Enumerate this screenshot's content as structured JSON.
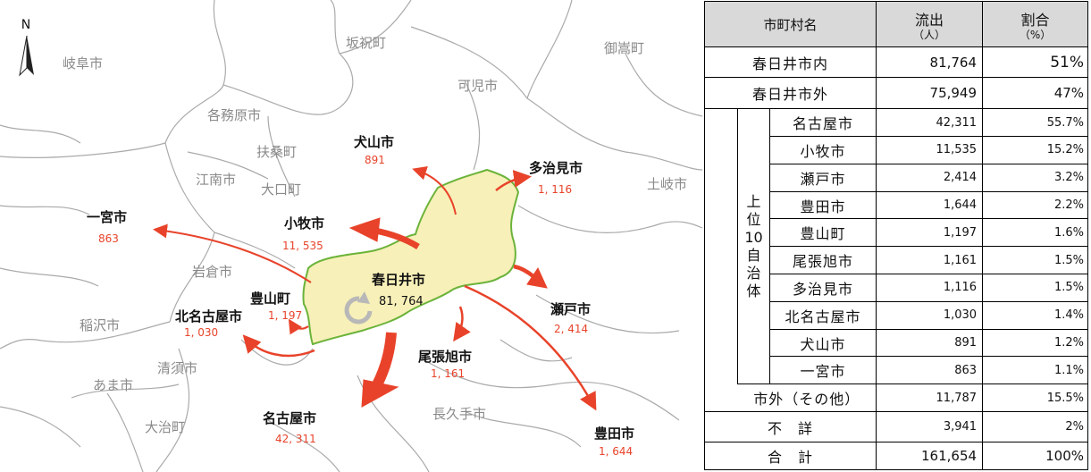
{
  "map": {
    "north_label": "N",
    "origin": {
      "name": "春日井市",
      "value": "81, 764"
    },
    "neighbor_labels": {
      "gifu": "岐阜市",
      "kakamigahara": "各務原市",
      "sakahogi": "坂祝町",
      "kani": "可児市",
      "mitake": "御嵩町",
      "fuso": "扶桑町",
      "konan": "江南市",
      "oguchi": "大口町",
      "toki": "土岐市",
      "iwakura": "岩倉市",
      "inazawa": "稲沢市",
      "kiyosu": "清須市",
      "ama": "あま市",
      "oharu": "大治町",
      "nagakute": "長久手市"
    },
    "destinations": [
      {
        "name": "犬山市",
        "value": "891"
      },
      {
        "name": "多治見市",
        "value": "1, 116"
      },
      {
        "name": "一宮市",
        "value": "863"
      },
      {
        "name": "小牧市",
        "value": "11, 535"
      },
      {
        "name": "豊山町",
        "value": "1, 197"
      },
      {
        "name": "北名古屋市",
        "value": "1, 030"
      },
      {
        "name": "瀬戸市",
        "value": "2, 414"
      },
      {
        "name": "尾張旭市",
        "value": "1, 161"
      },
      {
        "name": "名古屋市",
        "value": "42, 311"
      },
      {
        "name": "豊田市",
        "value": "1, 644"
      }
    ],
    "colors": {
      "origin_fill": "#f7f0b8",
      "origin_stroke": "#6bb33a",
      "arrow": "#e8432a",
      "value_text": "#e8432a",
      "boundary": "#aaaaaa"
    }
  },
  "table": {
    "headers": {
      "name": "市町村名",
      "outflow": "流出",
      "outflow_unit": "（人）",
      "ratio": "割合",
      "ratio_unit": "（%）"
    },
    "inside": {
      "name": "春日井市内",
      "value": "81,764",
      "pct": "51%"
    },
    "outside": {
      "name": "春日井市外",
      "value": "75,949",
      "pct": "47%"
    },
    "top10_label": [
      "上",
      "位",
      "10",
      "自",
      "治",
      "体"
    ],
    "top10": [
      {
        "name": "名古屋市",
        "value": "42,311",
        "pct": "55.7%"
      },
      {
        "name": "小牧市",
        "value": "11,535",
        "pct": "15.2%"
      },
      {
        "name": "瀬戸市",
        "value": "2,414",
        "pct": "3.2%"
      },
      {
        "name": "豊田市",
        "value": "1,644",
        "pct": "2.2%"
      },
      {
        "name": "豊山町",
        "value": "1,197",
        "pct": "1.6%"
      },
      {
        "name": "尾張旭市",
        "value": "1,161",
        "pct": "1.5%"
      },
      {
        "name": "多治見市",
        "value": "1,116",
        "pct": "1.5%"
      },
      {
        "name": "北名古屋市",
        "value": "1,030",
        "pct": "1.4%"
      },
      {
        "name": "犬山市",
        "value": "891",
        "pct": "1.2%"
      },
      {
        "name": "一宮市",
        "value": "863",
        "pct": "1.1%"
      }
    ],
    "others": {
      "name": "市外（その他）",
      "value": "11,787",
      "pct": "15.5%"
    },
    "unknown": {
      "name": "不　詳",
      "value": "3,941",
      "pct": "2%"
    },
    "total": {
      "name": "合　計",
      "value": "161,654",
      "pct": "100%"
    }
  }
}
